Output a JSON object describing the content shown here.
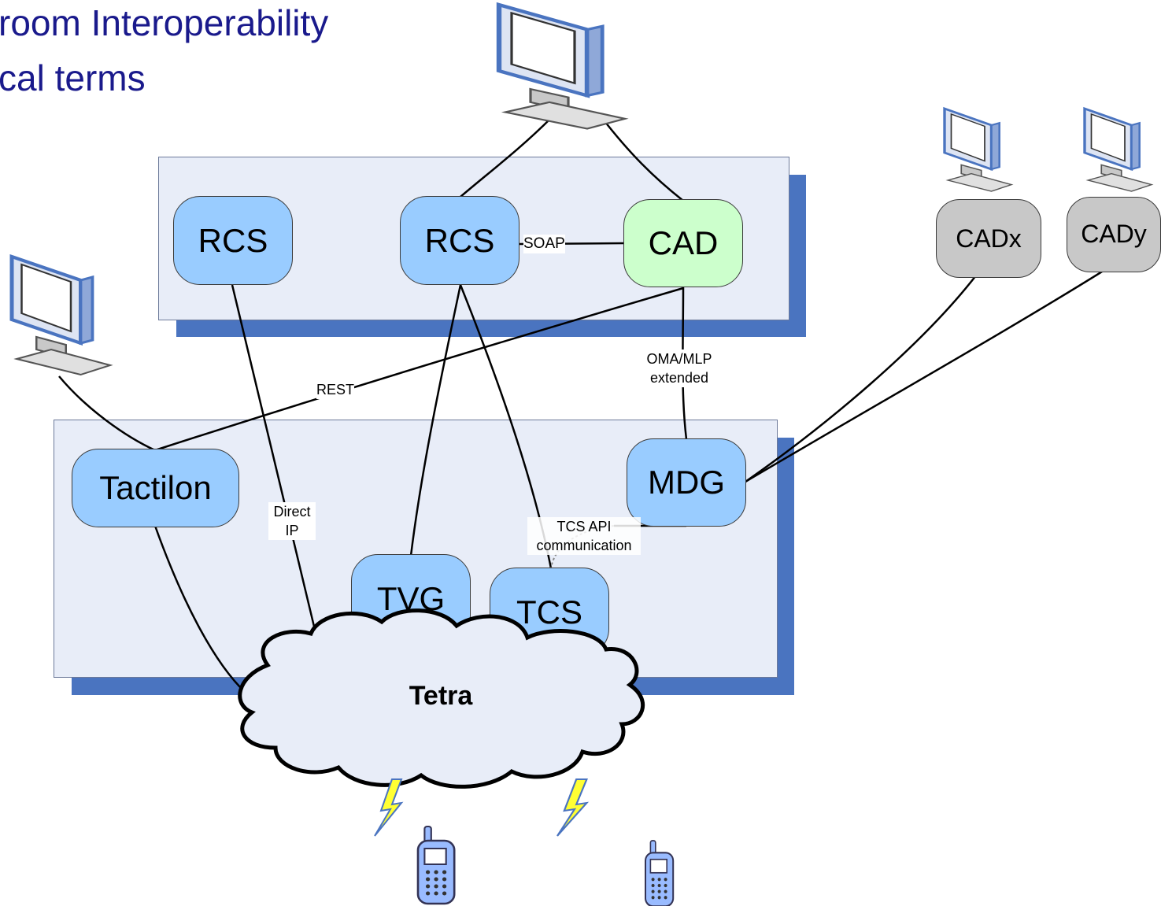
{
  "title": {
    "line1": "room Interoperability",
    "line2": "cal terms"
  },
  "nodes": {
    "rcs_left": "RCS",
    "rcs_center": "RCS",
    "cad": "CAD",
    "cadx": "CADx",
    "cady": "CADy",
    "tactilon": "Tactilon",
    "mdg": "MDG",
    "tvg": "TVG",
    "tcs": "TCS",
    "tetra": "Tetra"
  },
  "links": {
    "soap": "SOAP",
    "rest": "REST",
    "oma_line1": "OMA/MLP",
    "oma_line2": "extended",
    "direct_line1": "Direct",
    "direct_line2": "IP",
    "tcs_api_line1": "TCS API",
    "tcs_api_line2": "communication"
  },
  "icons": [
    "computer-monitor-icon",
    "mobile-phone-icon",
    "radio-signal-icon"
  ],
  "colors": {
    "title": "#1a1a8c",
    "panel": "#e8edf8",
    "panel_shadow": "#4a74c0",
    "node_blue": "#99ccff",
    "node_green": "#ccffcc",
    "node_gray": "#c8c8c8",
    "cloud": "#e8edf8",
    "lightning": "#ffff33"
  }
}
